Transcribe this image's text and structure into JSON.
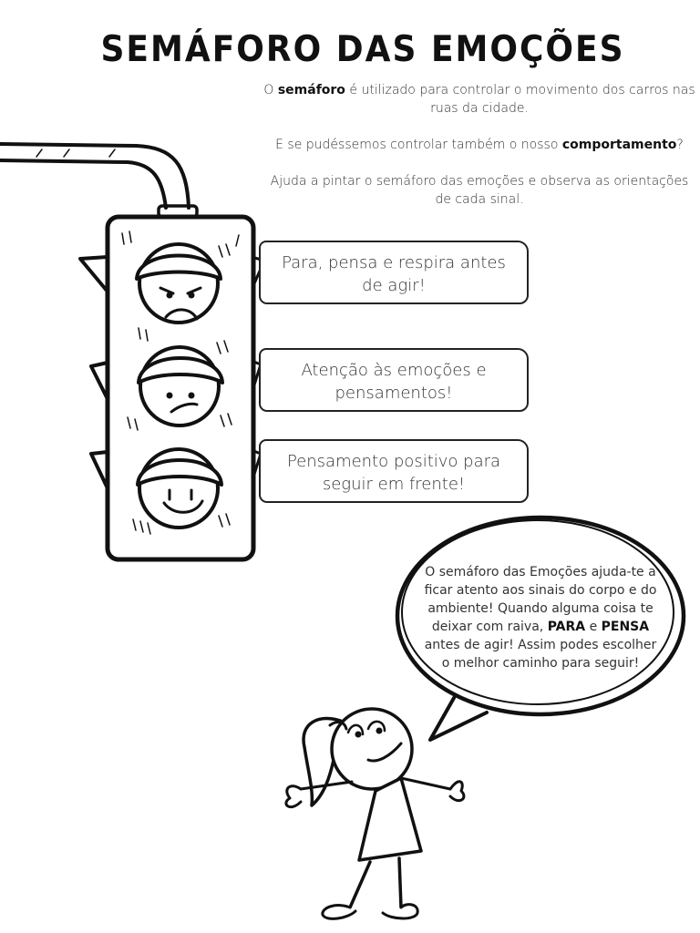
{
  "title": "Semáforo das Emoções",
  "intro": {
    "p1_before": "O ",
    "p1_bold": "semáforo",
    "p1_after": " é utilizado para controlar o movimento dos carros nas ruas da cidade.",
    "p2_before": "E se pudéssemos controlar também o nosso ",
    "p2_bold": "comportamento",
    "p2_after": "?",
    "p3": "Ajuda a pintar o semáforo das emoções e observa as orientações de cada sinal."
  },
  "signals": {
    "red": "Para, pensa e respira antes de agir!",
    "yellow": "Atenção às emoções e pensamentos!",
    "green": "Pensamento positivo para seguir em frente!"
  },
  "bubble": {
    "part1": "O semáforo das Emoções ajuda-te a ficar atento aos sinais do corpo e do ambiente! Quando alguma coisa te deixar com raiva, ",
    "bold1": "PARA",
    "part2": " e ",
    "bold2": "PENSA",
    "part3": " antes de agir! Assim podes escolher o melhor caminho para seguir!"
  },
  "icons": {
    "traffic_light": "traffic-light-icon",
    "angry_face": "angry-face-icon",
    "worried_face": "worried-face-icon",
    "happy_face": "happy-face-icon",
    "girl": "girl-figure-icon",
    "speech_bubble": "speech-bubble-icon"
  }
}
